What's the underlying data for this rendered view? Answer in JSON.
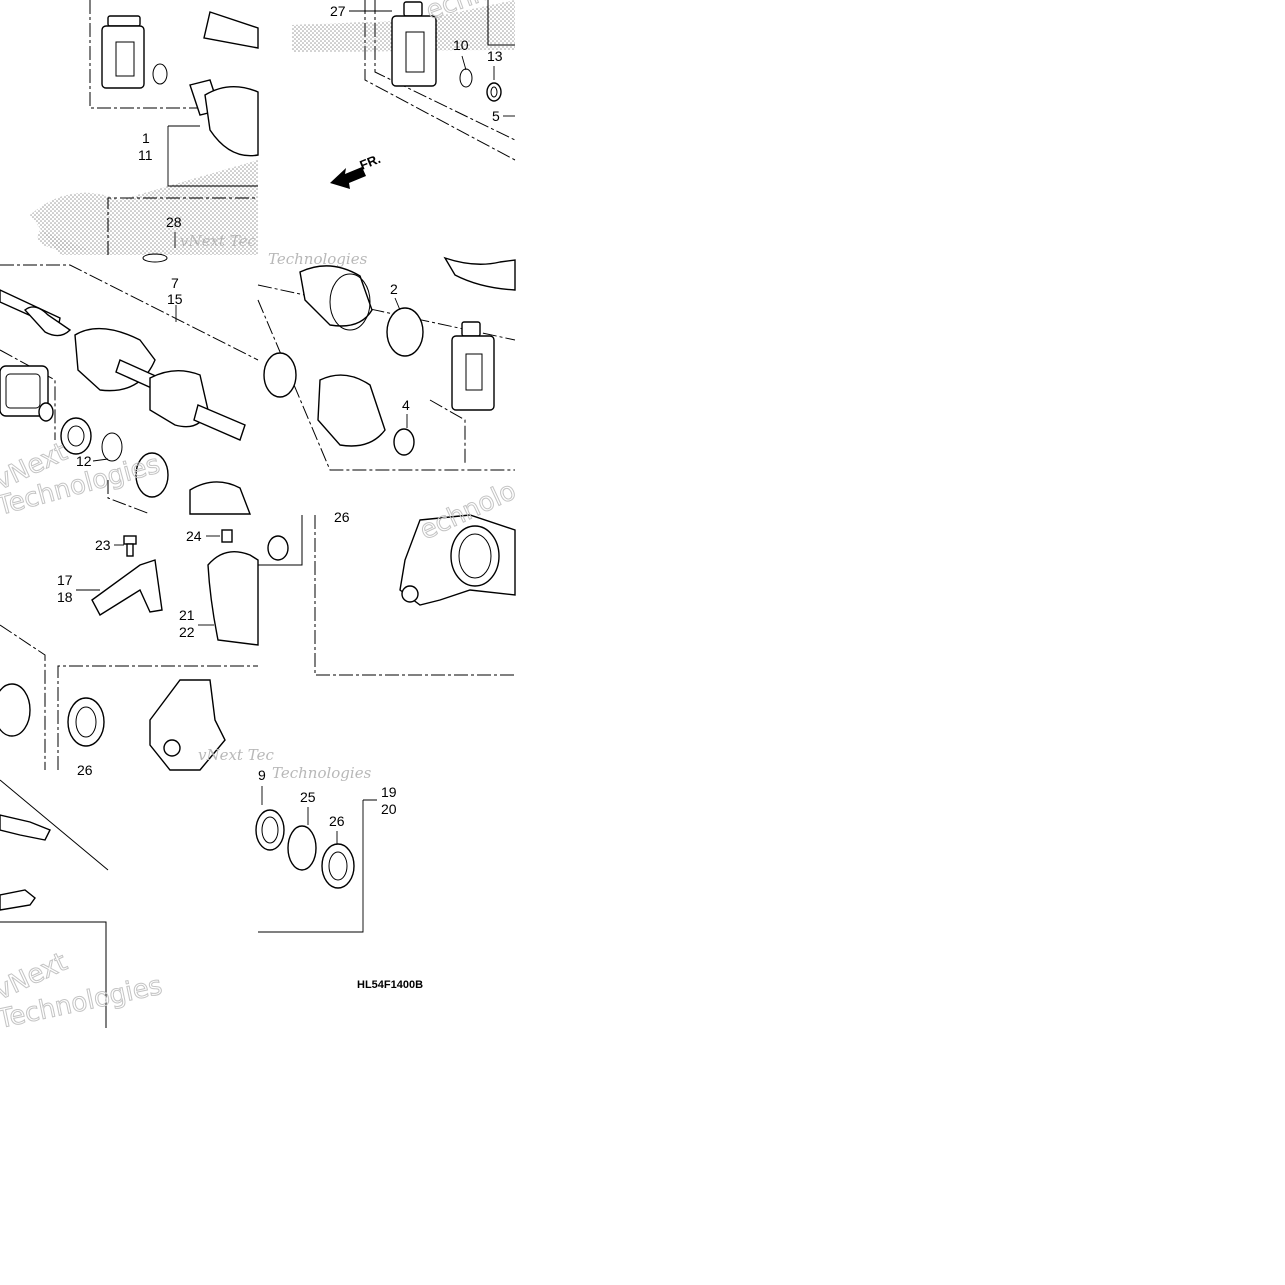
{
  "diagram_code": "HL54F1400B",
  "direction_label": "FR.",
  "watermark": {
    "line1": "vNext",
    "line2": "Technologies",
    "inline": "vNext Tec",
    "partial": "echnolo"
  },
  "callouts": {
    "c1": "1",
    "c11": "11",
    "c28": "28",
    "c27": "27",
    "c10": "10",
    "c13": "13",
    "c5": "5",
    "c7": "7",
    "c15": "15",
    "c2": "2",
    "c4": "4",
    "c12": "12",
    "c23": "23",
    "c24": "24",
    "c17": "17",
    "c18": "18",
    "c21": "21",
    "c22": "22",
    "c26a": "26",
    "c26b": "26",
    "c26c": "26",
    "c9": "9",
    "c25": "25",
    "c19": "19",
    "c20": "20"
  }
}
